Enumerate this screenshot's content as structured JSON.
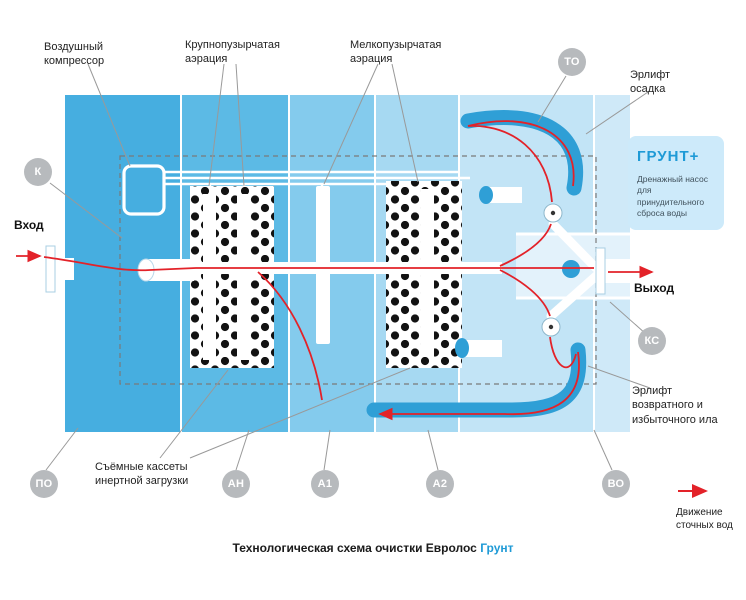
{
  "title": {
    "main": "Технологическая схема очистки Евролос",
    "highlight": "Грунт"
  },
  "labels": {
    "inlet": "Вход",
    "outlet": "Выход",
    "compressor": "Воздушный компрессор",
    "coarse_aeration": "Крупнопузырчатая аэрация",
    "fine_aeration": "Мелкопузырчатая аэрация",
    "sludge_airlift": "Эрлифт осадка",
    "return_sludge_airlift": "Эрлифт возвратного и избыточного ила",
    "removable_cassettes": "Съёмные кассеты инертной загрузки",
    "flow_legend": "Движение сточных вод"
  },
  "badge": {
    "title": "ГРУНТ+",
    "description": "Дренажный насос для принудительного сброса воды"
  },
  "markers": [
    {
      "label": "К"
    },
    {
      "label": "ТО"
    },
    {
      "label": "ПО"
    },
    {
      "label": "АН"
    },
    {
      "label": "А1"
    },
    {
      "label": "А2"
    },
    {
      "label": "ВО"
    },
    {
      "label": "КС"
    }
  ],
  "colors": {
    "chamber_po": "#46aee0",
    "chamber_an": "#5cbae5",
    "chamber_a1": "#84cbed",
    "chamber_a2": "#a6d9f2",
    "chamber_vo": "#c2e4f6",
    "chamber_right": "#cfe9f8",
    "pipe_blue": "#2f9fd6",
    "flow_red": "#e32229",
    "marker_gray": "#b7babd",
    "badge_bg": "#cdeafa",
    "accent_blue": "#1e9ad6"
  }
}
